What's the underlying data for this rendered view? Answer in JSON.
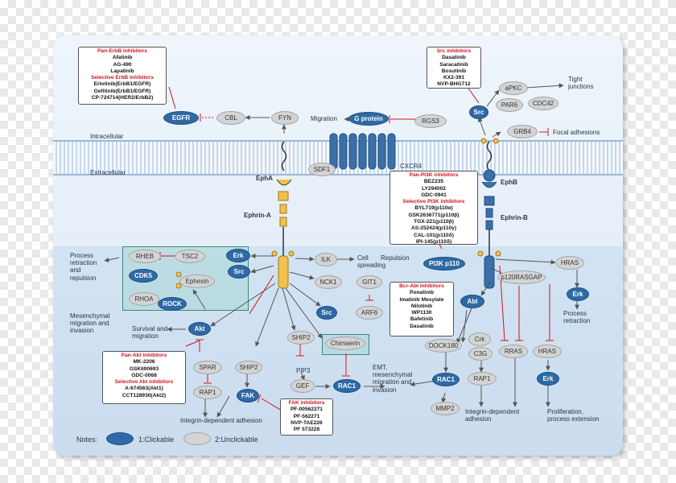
{
  "labels": {
    "intracellular": "Intracellular",
    "extracellular": "Extracellular",
    "cxcr4": "CXCR4",
    "epha": "EphA",
    "ephrin_a": "Ephrin-A",
    "ephb": "EphB",
    "ephrin_b": "Ephrin-B",
    "migration": "Migration",
    "tight_junctions": "Tight\njunctions",
    "focal_adhesions": "Focal adhesions",
    "cell_spreading": "Cell\nspreading",
    "repulsion": "Repulsion",
    "process_retraction_repulsion": "Process\nretraction\nand\nrepulsion",
    "mesenchymal": "Mesenchymal\nmigration and\ninvasion",
    "survival": "Survival and\nmigration",
    "pip3": "PIP3",
    "emt": "EMT,\nmesenchymal\nmigration and\ninvasion",
    "integrin_adhesion": "Integrin-dependent adhesion",
    "integrin_adhesion_2": "Integrin-dependent\nadhesion",
    "process_retraction": "Process\nretraction",
    "proliferation": "Proliferation,\nprocess extension",
    "notes": "Notes:",
    "clickable": "1:Clickable",
    "unclickable": "2:Unclickable"
  },
  "nodes": {
    "egfr": "EGFR",
    "cbl": "CBL",
    "fyn": "FYN",
    "gprotein": "G protein",
    "rgs3": "RGS3",
    "src_top": "Src",
    "apkc": "aPKC",
    "par6": "PAR6",
    "cdc42": "CDC42",
    "grb4": "GRB4",
    "sdf1": "SDF1",
    "pi3k": "PI3K p110",
    "rheb": "RHEB",
    "tsc2": "TSC2",
    "erk1": "Erk",
    "cdk5": "CDK5",
    "src_mid": "Src",
    "ephexin": "Ephexin",
    "rhoa": "RHOA",
    "rock": "ROCK",
    "ilk": "ILK",
    "nck1": "NCK1",
    "git1": "GIT1",
    "arf6": "ARF6",
    "src_low": "Src",
    "chimaerin": "Chimaerin",
    "ship2a": "SHIP2",
    "akt": "Akt",
    "spar": "SPAR",
    "ship2b": "SHIP2",
    "rap1a": "RAP1",
    "fak": "FAK",
    "gef": "GEF",
    "rac1a": "RAC1",
    "abl": "Abl",
    "dock180": "DOCK180",
    "crk": "Crk",
    "c3g": "C3G",
    "rac1b": "RAC1",
    "mmp2": "MMP2",
    "rap1b": "RAP1",
    "p120": "p120RASGAP",
    "hras1": "HRAS",
    "erk2": "Erk",
    "rras": "RRAS",
    "hras2": "HRAS",
    "erk3": "Erk"
  },
  "boxes": {
    "erbb": {
      "title": "Pan-ErbB inhibitors",
      "items": [
        "Afatinib",
        "AG-490",
        "Lapatinib"
      ],
      "title2": "Selective ErbB inhibitors",
      "items2": [
        "Erlotinib(ErbB1/EGFR)",
        "Gefitinib(ErbB1/EGFR)",
        "CP-724714(HER2/ErbB2)"
      ]
    },
    "src": {
      "title": "Src inhibitors",
      "items": [
        "Dasatinib",
        "Saracatinib",
        "Bosutinib",
        "KX2-391",
        "NVP-BHG712"
      ]
    },
    "pi3k": {
      "title": "Pan-PI3K inhibitors",
      "items": [
        "BEZ235",
        "LY294002",
        "GDC-0941"
      ],
      "title2": "Selective PI3K inhibitors",
      "items2": [
        "BYL719(p110α)",
        "GSK2636771(p110β)",
        "TGX-221(p110β)",
        "AS-252424(p110γ)",
        "CAL-101(p110δ)",
        "IPI-145(p110δ)"
      ]
    },
    "bcrabl": {
      "title": "Bcr-Abl inhibitors",
      "items": [
        "Ponatinib",
        "Imatinib Mesylate",
        "Nilotinib",
        "WP1130",
        "Bafetinib",
        "Dasatinib"
      ]
    },
    "akt": {
      "title": "Pan-Akt inhibitors",
      "items": [
        "MK-2206",
        "GSK690693",
        "GDC-0068"
      ],
      "title2": "Selective Akt inhibitors",
      "items2": [
        "A-674563(Akt1)",
        "CCT128930(Akt2)"
      ]
    },
    "fak": {
      "title": "FAK inhibitors",
      "items": [
        "PF-00562271",
        "PF-562271",
        "NVP-TAE226",
        "PF 573228"
      ]
    }
  },
  "colors": {
    "clickable": "#2f6aa6",
    "unclickable": "#d4d4d4",
    "inhibit": "#d4141c",
    "membrane": "#c6d8ea"
  }
}
